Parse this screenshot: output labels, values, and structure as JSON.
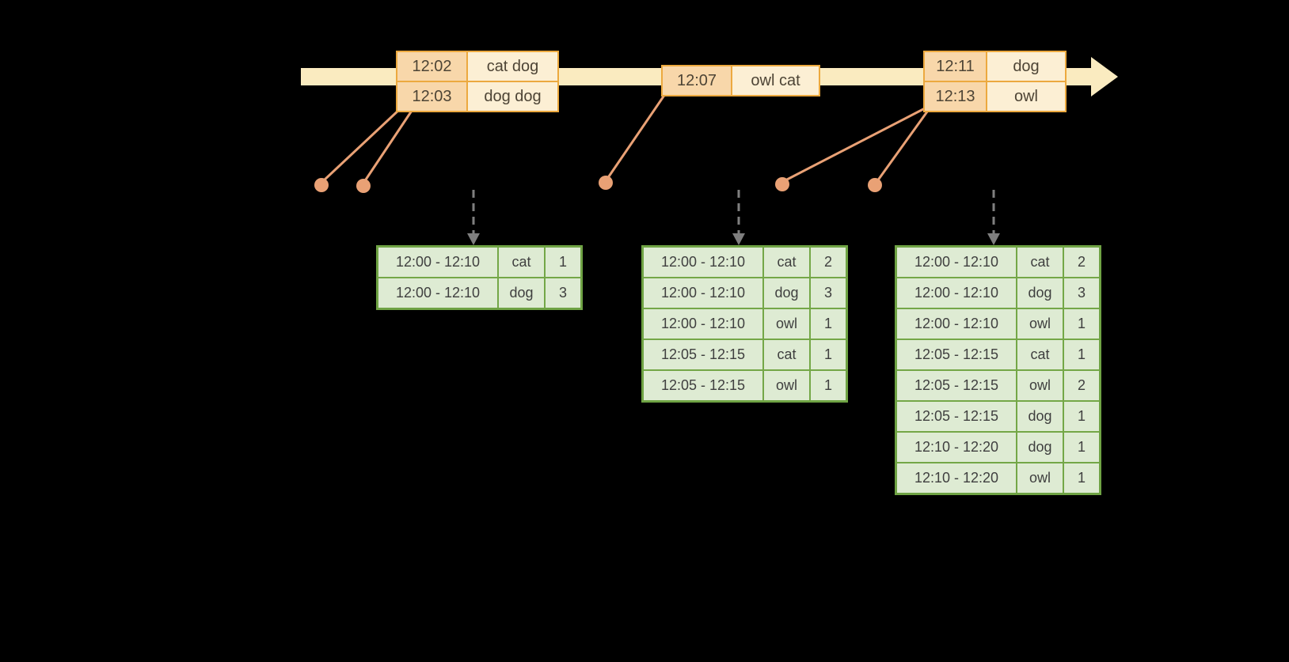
{
  "colors": {
    "background": "#000000",
    "timeline_fill": "#FAEBC0",
    "event_border": "#ECA93F",
    "event_time_fill": "#F8D7AA",
    "event_words_fill": "#FCEFD4",
    "connector": "#E9A175",
    "dashed_arrow": "#7F7F7F",
    "result_border": "#74A747",
    "result_fill": "#DEEBD3"
  },
  "event_tables": [
    {
      "rows": [
        {
          "time": "12:02",
          "words": "cat dog"
        },
        {
          "time": "12:03",
          "words": "dog dog"
        }
      ]
    },
    {
      "rows": [
        {
          "time": "12:07",
          "words": "owl cat"
        }
      ]
    },
    {
      "rows": [
        {
          "time": "12:11",
          "words": "dog"
        },
        {
          "time": "12:13",
          "words": "owl"
        }
      ]
    }
  ],
  "result_tables": [
    {
      "rows": [
        [
          "12:00 - 12:10",
          "cat",
          "1"
        ],
        [
          "12:00 - 12:10",
          "dog",
          "3"
        ]
      ]
    },
    {
      "rows": [
        [
          "12:00 - 12:10",
          "cat",
          "2"
        ],
        [
          "12:00 - 12:10",
          "dog",
          "3"
        ],
        [
          "12:00 - 12:10",
          "owl",
          "1"
        ],
        [
          "12:05 - 12:15",
          "cat",
          "1"
        ],
        [
          "12:05 - 12:15",
          "owl",
          "1"
        ]
      ]
    },
    {
      "rows": [
        [
          "12:00 - 12:10",
          "cat",
          "2"
        ],
        [
          "12:00 - 12:10",
          "dog",
          "3"
        ],
        [
          "12:00 - 12:10",
          "owl",
          "1"
        ],
        [
          "12:05 - 12:15",
          "cat",
          "1"
        ],
        [
          "12:05 - 12:15",
          "owl",
          "2"
        ],
        [
          "12:05 - 12:15",
          "dog",
          "1"
        ],
        [
          "12:10 - 12:20",
          "dog",
          "1"
        ],
        [
          "12:10 - 12:20",
          "owl",
          "1"
        ]
      ]
    }
  ]
}
